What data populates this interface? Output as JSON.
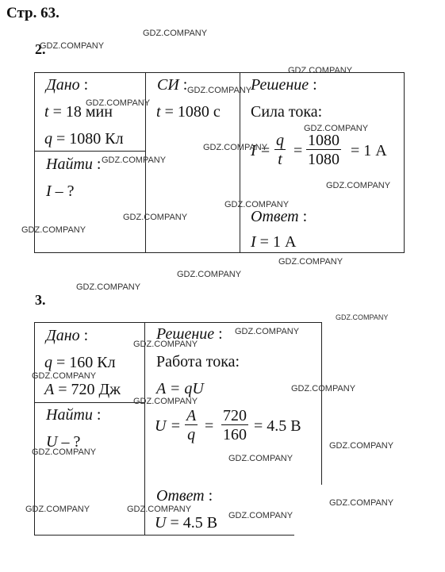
{
  "page_header": "Стр. 63.",
  "watermark": "GDZ.COMPANY",
  "task2": {
    "number": "2.",
    "given": {
      "heading": "Дано",
      "colon": ":",
      "t_var": "t",
      "t_val": "= 18 мин",
      "q_var": "q",
      "q_val": "= 1080 Кл"
    },
    "si": {
      "heading": "СИ",
      "colon": ":",
      "t_var": "t",
      "t_val": "= 1080 с"
    },
    "find": {
      "heading": "Найти",
      "colon": ":",
      "item_var": "I",
      "item_rest": " – ?"
    },
    "solution": {
      "heading": "Решение",
      "colon": ":",
      "line1": "Сила тока:",
      "lhs": "I =",
      "num1": "q",
      "den1": "t",
      "eq": "=",
      "num2": "1080",
      "den2": "1080",
      "result": "= 1 А"
    },
    "answer": {
      "heading": "Ответ",
      "colon": ":",
      "var": "I",
      "val": "= 1 А"
    }
  },
  "task3": {
    "number": "3.",
    "given": {
      "heading": "Дано",
      "colon": ":",
      "q_var": "q",
      "q_val": "= 160 Кл",
      "a_var": "A",
      "a_val": "= 720 Дж"
    },
    "find": {
      "heading": "Найти",
      "colon": ":",
      "item_var": "U",
      "item_rest": " – ?"
    },
    "solution": {
      "heading": "Решение",
      "colon": ":",
      "line1": "Работа тока:",
      "formula": "A = qU",
      "lhs": "U =",
      "num1": "A",
      "den1": "q",
      "eq": "=",
      "num2": "720",
      "den2": "160",
      "result": "= 4.5 В"
    },
    "answer": {
      "heading": "Ответ",
      "colon": ":",
      "var": "U",
      "val": "= 4.5 В"
    }
  }
}
